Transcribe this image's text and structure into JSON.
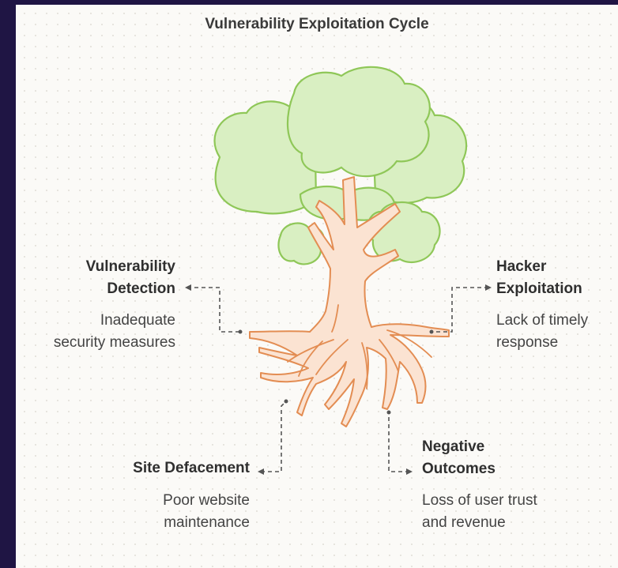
{
  "title": "Vulnerability Exploitation Cycle",
  "nodes": {
    "vulnerability_detection": {
      "label": [
        "Vulnerability",
        "Detection"
      ],
      "description": [
        "Inadequate",
        "security measures"
      ]
    },
    "hacker_exploitation": {
      "label": [
        "Hacker",
        "Exploitation"
      ],
      "description": [
        "Lack of timely",
        "response"
      ]
    },
    "site_defacement": {
      "label": [
        "Site Defacement"
      ],
      "description": [
        "Poor website",
        "maintenance"
      ]
    },
    "negative_outcomes": {
      "label": [
        "Negative",
        "Outcomes"
      ],
      "description": [
        "Loss of user trust",
        "and revenue"
      ]
    }
  },
  "colors": {
    "foliage_fill": "#d9efc2",
    "foliage_stroke": "#8fc758",
    "trunk_fill": "#fbe3d2",
    "trunk_stroke": "#e38d53",
    "connector": "#555555",
    "background": "#1f1544"
  }
}
